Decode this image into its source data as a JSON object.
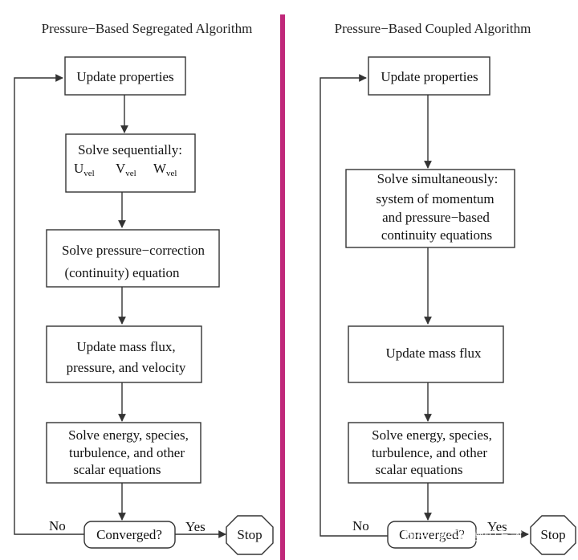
{
  "left": {
    "title": "Pressure−Based Segregated Algorithm",
    "steps": {
      "update_properties": "Update properties",
      "solve_sequentially": "Solve sequentially:",
      "u": "U",
      "v": "V",
      "w": "W",
      "vel": "vel",
      "pressure_line1": "Solve pressure−correction",
      "pressure_line2": "(continuity) equation",
      "mass_line1": "Update mass flux,",
      "mass_line2": "pressure, and velocity",
      "energy_line1": "Solve energy, species,",
      "energy_line2": "turbulence, and other",
      "energy_line3": "scalar equations",
      "converged": "Converged?",
      "stop": "Stop",
      "no": "No",
      "yes": "Yes"
    }
  },
  "right": {
    "title": "Pressure−Based Coupled Algorithm",
    "steps": {
      "update_properties": "Update properties",
      "simul_line1": "Solve simultaneously:",
      "simul_line2": "system of momentum",
      "simul_line3": "and pressure−based",
      "simul_line4": "continuity equations",
      "mass_line1": "Update mass flux",
      "energy_line1": "Solve energy, species,",
      "energy_line2": "turbulence, and other",
      "energy_line3": "scalar equations",
      "converged": "Converged?",
      "stop": "Stop",
      "no": "No",
      "yes": "Yes"
    }
  },
  "watermark": "知乎 @不怕慢怕发散",
  "colors": {
    "divider": "#c0287a",
    "stroke": "#333333"
  }
}
